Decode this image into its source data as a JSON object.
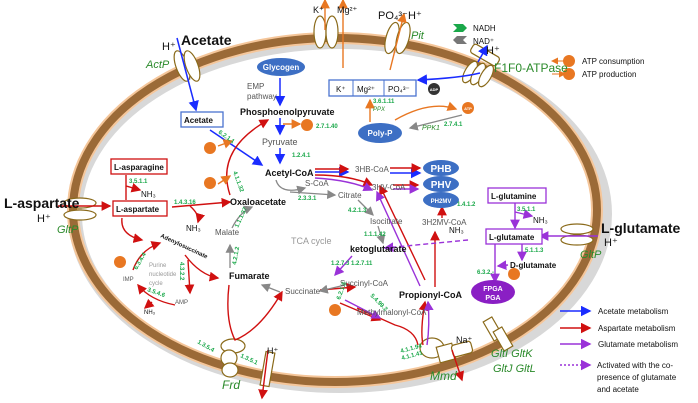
{
  "colors": {
    "acetate": "#1a2cff",
    "aspartate": "#d01010",
    "glutamate": "#9a32d8",
    "membrane": "#9b6a37",
    "enzyme_code": "#1aa84a",
    "transporter_label": "#2a8a2a",
    "atp": "#e87722",
    "polymer": "#3d6fc4",
    "fpga": "#8a1fc4"
  },
  "outside": {
    "acetate": "Acetate",
    "acetate_h": "H⁺",
    "actp": "ActP",
    "k": "K⁺",
    "mg": "Mg²⁺",
    "po4": "PO₄³⁻",
    "po4_h": "H⁺",
    "pit": "Pit",
    "atpase_h": "H⁺",
    "atpase": "F1F0-ATPase",
    "aspartate": "L-aspartate",
    "aspartate_h": "H⁺",
    "gltp_left": "GltP",
    "glutamate": "L-glutamate",
    "glutamate_h": "H⁺",
    "gltp_right": "GltP",
    "gltikjl_1": "GltI GltK",
    "gltikjl_2": "GltJ GltL",
    "mmd": "Mmd",
    "na": "Na⁺",
    "frd": "Frd",
    "frd_h": "H⁺"
  },
  "inside": {
    "glycogen": "Glycogen",
    "emp1": "EMP",
    "emp2": "pathway",
    "pep": "Phosphoenolpyruvate",
    "ec_27140": "2.7.1.40",
    "pyruvate": "Pyruvate",
    "ec_1241": "1.2.4.1",
    "acetyl_coa": "Acetyl-CoA",
    "s_coa": "S-CoA",
    "citrate": "Citrate",
    "ec_2331": "2.3.3.1",
    "acetate_box": "Acetate",
    "ec_6211": "6.2.1.1",
    "ec_41132": "4.1.1.32",
    "ion_k": "K⁺",
    "ion_mg": "Mg²⁺",
    "ion_po4": "PO₄³⁻",
    "ec_36111": "3.6.1.11",
    "ppx": "PPX",
    "polyp": "Poly-P",
    "ppk1": "PPK1",
    "ec_2741": "2.7.4.1",
    "atp": "ATP",
    "adp": "ADP",
    "hb_coa": "3HB-CoA",
    "hv_coa": "3HV-CoA",
    "phb": "PHB",
    "phv": "PHV",
    "ph2mv": "PH2MV",
    "h2mv_coa": "3H2MV-CoA",
    "asparagine": "L-asparagine",
    "ec_3511a": "3.5.1.1",
    "nh3_a": "NH₃",
    "aspartate_box": "L-aspartate",
    "ec_14316": "1.4.3.16",
    "nh3_b": "NH₃",
    "oxaloacetate": "Oxaloacetate",
    "adenylosuccinate": "Adenylosuccinate",
    "purine1": "Purine",
    "purine2": "nucleotide",
    "purine3": "cycle",
    "imp": "IMP",
    "amp": "AMP",
    "nh3_c": "NH₃",
    "ec_6344": "6.3.4.4",
    "ec_4322": "4.3.2.2",
    "ec_3546": "3.5.4.6",
    "malate": "Malate",
    "ec_11137": "1.1.1.37",
    "ec_4212": "4.2.1.2",
    "fumarate": "Fumarate",
    "tca": "TCA cycle",
    "succinate": "Succinate",
    "succinyl_coa": "Succinyl-CoA",
    "ec_6215": "6.2.1.5",
    "methylmalonyl": "Methylmalonyl-CoA",
    "ec_54992": "5.4.99.2",
    "propionyl": "Propionyl-CoA",
    "isocitrate": "Isocitrate",
    "ec_4213": "4.2.1.3",
    "ec_111142": "1.1.1.42",
    "ketoglutarate": "ketoglutarate",
    "ec_1273": "1.2.7.3 1.2.7.11",
    "ec_1412": "1.4.1.2",
    "nh3_d": "NH₃",
    "glutamine": "L-glutamine",
    "ec_3511b": "3.5.1.1",
    "nh3_e": "NH₃",
    "glutamate_box": "L-glutamate",
    "ec_5113": "5.1.1.3",
    "d_glutamate": "D-glutamate",
    "ec_632": "6.3.2.-",
    "fpga": "FPGA",
    "pga": "PGA",
    "ec_13541": "1.3.5.4",
    "ec_1351": "1.3.5.1",
    "ec_mmd1": "4.1.1.94",
    "ec_mmd2": "4.1.1.41"
  },
  "legend": {
    "nadh": "NADH",
    "nad": "NAD⁺",
    "atp_consumption": "ATP consumption",
    "atp_production": "ATP production",
    "acetate_metabolism": "Acetate metabolism",
    "aspartate_metabolism": "Aspartate metabolism",
    "glutamate_metabolism": "Glutamate metabolism",
    "activated_1": "Activated with the co-",
    "activated_2": "presence of glutamate",
    "activated_3": "and acetate"
  }
}
